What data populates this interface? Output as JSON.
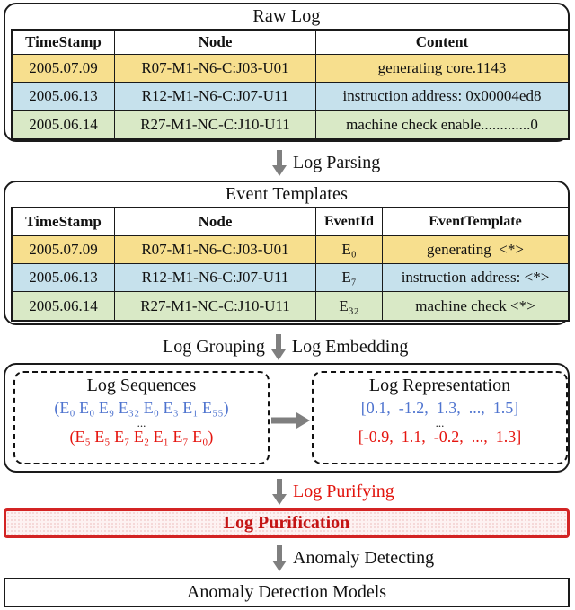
{
  "palette": {
    "row_yellow": "#f7df8e",
    "row_blue": "#c6e1ec",
    "row_green": "#d9e9c6",
    "arrow_gray": "#7f7f7f",
    "sequence_blue": "#4f74cf",
    "sequence_red": "#e5150f",
    "purification_red": "#c41414"
  },
  "raw_log": {
    "title": "Raw Log",
    "headers": [
      "TimeStamp",
      "Node",
      "Content"
    ],
    "rows": [
      [
        "2005.07.09",
        "R07-M1-N6-C:J03-U01",
        "generating core.1143"
      ],
      [
        "2005.06.13",
        "R12-M1-N6-C:J07-U11",
        "instruction address: 0x00004ed8"
      ],
      [
        "2005.06.14",
        "R27-M1-NC-C:J10-U11",
        "machine check enable.............0"
      ]
    ]
  },
  "steps": {
    "log_parsing": "Log Parsing",
    "log_grouping": "Log Grouping",
    "log_embedding": "Log Embedding",
    "log_purifying": "Log Purifying",
    "anomaly_detecting": "Anomaly Detecting"
  },
  "event_templates": {
    "title": "Event Templates",
    "headers": [
      "TimeStamp",
      "Node",
      "EventId",
      "EventTemplate"
    ],
    "rows": [
      [
        "2005.07.09",
        "R07-M1-N6-C:J03-U01",
        "E₀",
        "generating  <*>"
      ],
      [
        "2005.06.13",
        "R12-M1-N6-C:J07-U11",
        "E₇",
        "instruction address: <*>"
      ],
      [
        "2005.06.14",
        "R27-M1-NC-C:J10-U11",
        "E₃₂",
        "machine check <*>"
      ]
    ]
  },
  "grouping_stage": {
    "log_sequences": {
      "title": "Log Sequences",
      "seq_normal": "(E₀ E₀ E₉ E₃₂ E₀ E₃ E₁ E₅₅)",
      "ellipsis": "...",
      "seq_anomaly": "(E₅ E₅ E₇ E₂ E₁ E₇ E₀)"
    },
    "log_representation": {
      "title": "Log Representation",
      "vec_normal": "[0.1,  -1.2,  1.3,  ...,  1.5]",
      "ellipsis": "...",
      "vec_anomaly": "[-0.9,  1.1,  -0.2,  ...,  1.3]"
    }
  },
  "purification": {
    "label": "Log Purification"
  },
  "models": {
    "label": "Anomaly Detection Models"
  }
}
